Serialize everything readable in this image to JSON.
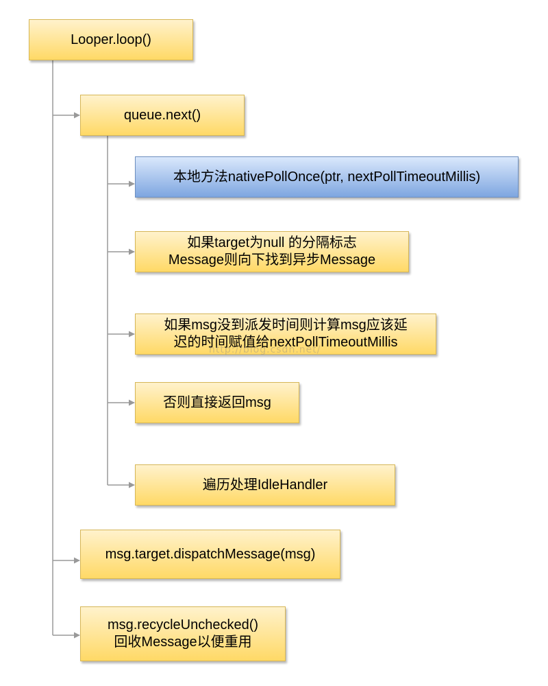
{
  "nodes": {
    "looper_loop": {
      "lines": [
        "Looper.loop()"
      ]
    },
    "queue_next": {
      "lines": [
        "queue.next()"
      ]
    },
    "native_poll": {
      "lines": [
        "本地方法nativePollOnce(ptr, nextPollTimeoutMillis)"
      ]
    },
    "barrier": {
      "lines": [
        "如果target为null 的分隔标志",
        "Message则向下找到异步Message"
      ]
    },
    "delay": {
      "lines": [
        "如果msg没到派发时间则计算msg应该延",
        "迟的时间赋值给nextPollTimeoutMillis"
      ]
    },
    "return_msg": {
      "lines": [
        "否则直接返回msg"
      ]
    },
    "idle_handler": {
      "lines": [
        "遍历处理IdleHandler"
      ]
    },
    "dispatch": {
      "lines": [
        "msg.target.dispatchMessage(msg)"
      ]
    },
    "recycle": {
      "lines": [
        "msg.recycleUnchecked()",
        "回收Message以便重用"
      ]
    }
  },
  "watermark": "http://blog.csdn.net/",
  "colors": {
    "yellow_fill_top": "#fff2cc",
    "yellow_fill_bottom": "#ffd966",
    "yellow_border": "#d6b656",
    "blue_fill_top": "#dae8fc",
    "blue_fill_bottom": "#7ea6e0",
    "blue_border": "#6c8ebf",
    "connector": "#999999"
  }
}
